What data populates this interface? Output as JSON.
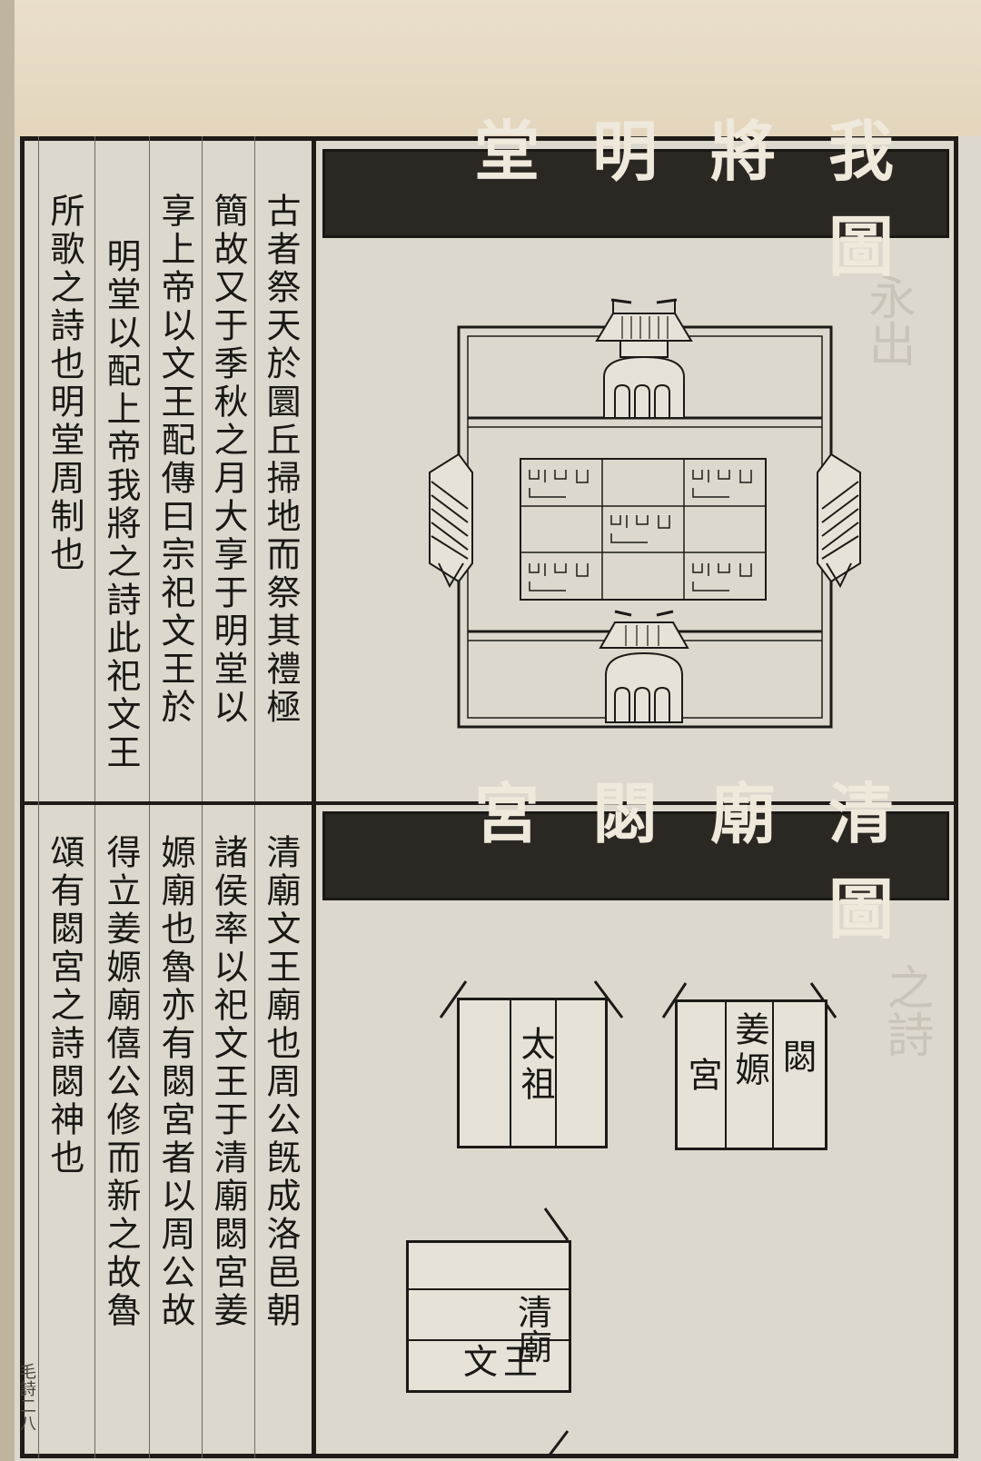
{
  "upper": {
    "title_chars": "我將明堂圖",
    "text_columns": [
      "古者祭天於圜丘掃地而祭其禮極",
      "簡故又于季秋之月大享于明堂以",
      "享上帝以文王配傳曰宗祀文王於",
      "明堂以配上帝我將之詩此祀文王",
      "所歌之詩也明堂周制也"
    ]
  },
  "lower": {
    "title_chars": "清廟閟宮圖",
    "text_columns": [
      "清廟文王廟也周公旣成洛邑朝",
      "諸侯率以祀文王于清廟閟宮姜",
      "嫄廟也魯亦有閟宮者以周公故",
      "得立姜嫄廟僖公修而新之故魯",
      "頌有閟宮之詩閟神也"
    ],
    "shrines": {
      "taizu": "太祖",
      "jiangyuan_main": "閟",
      "jiangyuan_name": "姜嫄",
      "jiangyuan_gong": "宮",
      "qingmiao_name": "清廟",
      "qingmiao_wenwang": "文王"
    }
  },
  "margin_note": "毛詩二八",
  "colors": {
    "ink": "#1c1a17",
    "banner": "#2b2824",
    "paper": "#dcd8cd"
  }
}
